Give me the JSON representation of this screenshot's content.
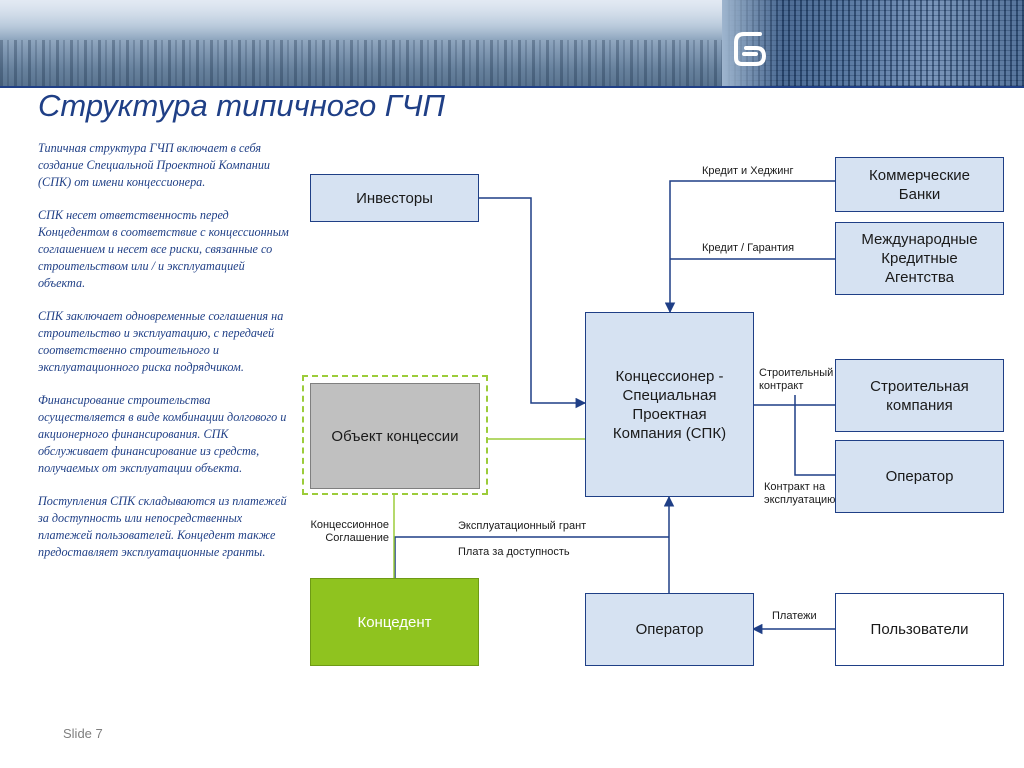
{
  "slide": {
    "title": "Структура типичного ГЧП",
    "footer": "Slide 7"
  },
  "sidebar": {
    "paragraphs": [
      "Типичная структура ГЧП включает в себя создание Специальной Проектной Компании (СПК) от имени концессионера.",
      "СПК несет ответственность перед Концедентом в соответствие с концессионным соглашением и несет все риски, связанные со строительством или / и эксплуатацией объекта.",
      "СПК заключает одновременные соглашения на строительство и эксплуатацию, с передачей соответственно строительного и эксплуатационного риска подрядчиком.",
      "Финансирование строительства осуществляется в виде комбинации долгового и акционерного финансирования. СПК обслуживает финансирование из средств, получаемых от эксплуатации объекта.",
      "Поступления СПК складываются из платежей за доступность или непосредственных платежей пользователей. Концедент также предоставляет эксплуатационные гранты."
    ]
  },
  "diagram": {
    "boxes": {
      "investors": "Инвесторы",
      "banks": "Коммерческие\nБанки",
      "agencies": "Международные\nКредитные\nАгентства",
      "concessionaire": "Концессионер -\nСпециальная\nПроектная\nКомпания (СПК)",
      "object": "Объект концессии",
      "construction": "Строительная\nкомпания",
      "operator_right": "Оператор",
      "grantor": "Концедент",
      "operator_bottom": "Оператор",
      "users": "Пользователи"
    },
    "labels": {
      "credit_hedging": "Кредит и Хеджинг",
      "credit_guarantee": "Кредит / Гарантия",
      "construction_contract": "Строительный\nконтракт",
      "operation_contract": "Контракт на\nэксплуатацию",
      "concession_agreement": "Концессионное\nСоглашение",
      "operation_grant": "Эксплуатационный грант",
      "availability_payment": "Плата за доступность",
      "payments": "Платежи"
    }
  },
  "colors": {
    "brand_blue": "#1f3f86",
    "box_fill": "#d6e2f2",
    "grantor_green": "#8fc31f",
    "object_grey": "#c0c0c0",
    "dashed_green": "#9ccc3a"
  },
  "icons": {
    "logo": "bank-logo-icon"
  }
}
